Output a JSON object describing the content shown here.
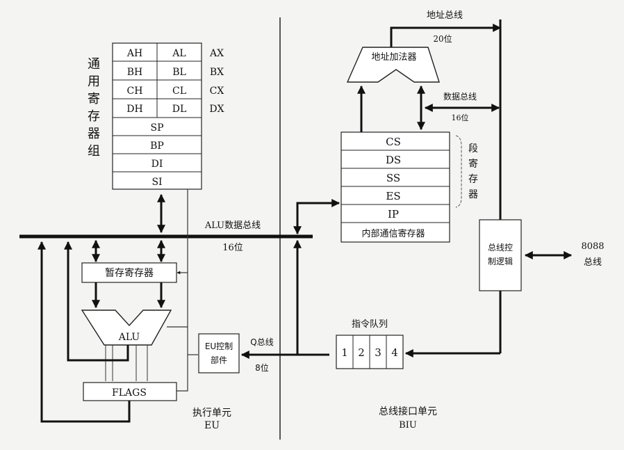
{
  "general_registers": {
    "title_chars": [
      "通",
      "用",
      "寄",
      "存",
      "器",
      "组"
    ],
    "rows": [
      {
        "high": "AH",
        "low": "AL",
        "name": "AX"
      },
      {
        "high": "BH",
        "low": "BL",
        "name": "BX"
      },
      {
        "high": "CH",
        "low": "CL",
        "name": "CX"
      },
      {
        "high": "DH",
        "low": "DL",
        "name": "DX"
      }
    ],
    "pointers": [
      "SP",
      "BP",
      "DI",
      "SI"
    ]
  },
  "alu_bus": {
    "label": "ALU数据总线",
    "width": "16位"
  },
  "temp_register": "暂存寄存器",
  "alu": "ALU",
  "flags": "FLAGS",
  "eu_control": {
    "line1": "EU控制",
    "line2": "部件"
  },
  "q_bus": {
    "label": "Q总线",
    "width": "8位"
  },
  "eu_unit": {
    "name": "执行单元",
    "abbr": "EU"
  },
  "address_adder": "地址加法器",
  "address_bus": {
    "label": "地址总线",
    "width": "20位"
  },
  "data_bus": {
    "label": "数据总线",
    "width": "16位"
  },
  "segment_registers": {
    "items": [
      "CS",
      "DS",
      "SS",
      "ES",
      "IP"
    ],
    "internal": "内部通信寄存器",
    "title_chars": [
      "段",
      "寄",
      "存",
      "器"
    ]
  },
  "bus_control": {
    "line1": "总线控",
    "line2": "制逻辑"
  },
  "external_bus": {
    "line1": "8088",
    "line2": "总线"
  },
  "instruction_queue": {
    "label": "指令队列",
    "slots": [
      "1",
      "2",
      "3",
      "4"
    ]
  },
  "biu_unit": {
    "name": "总线接口单元",
    "abbr": "BIU"
  }
}
